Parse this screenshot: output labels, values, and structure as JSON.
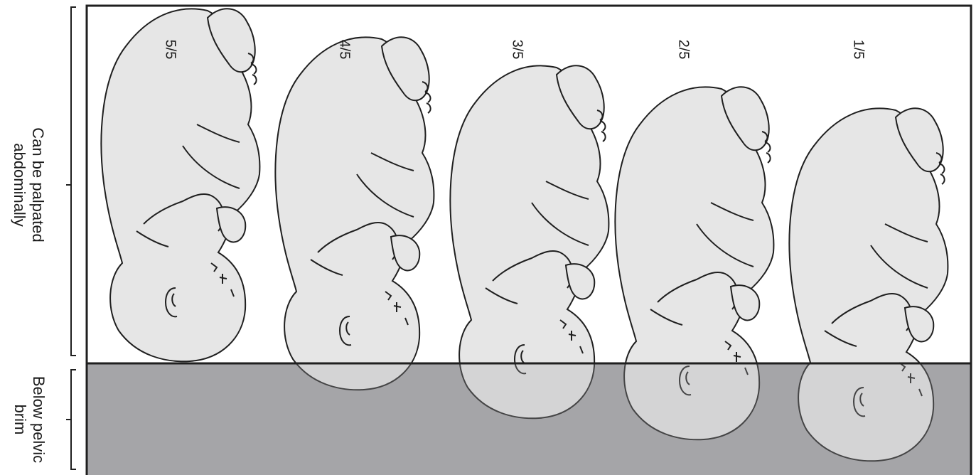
{
  "side_labels": {
    "palpable_line1": "Can be palpated",
    "palpable_line2": "abdominally",
    "below_line1": "Below pelvic",
    "below_line2": "brim"
  },
  "fractions": [
    "5/5",
    "4/5",
    "3/5",
    "2/5",
    "1/5"
  ],
  "colors": {
    "fetus_fill": "#e6e6e6",
    "pelvis_shade": "#a6a6a8",
    "outline": "#1f1f1f"
  }
}
